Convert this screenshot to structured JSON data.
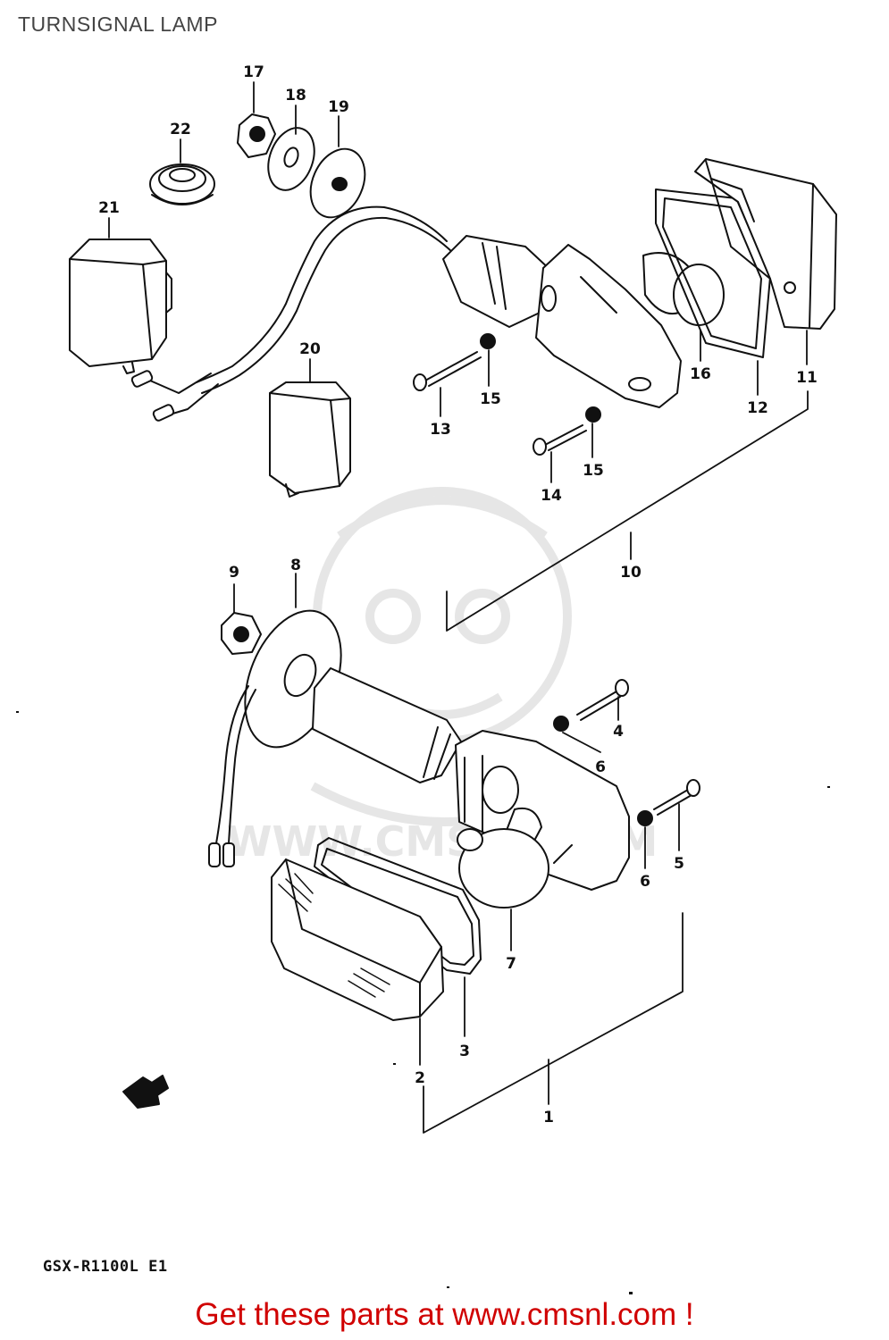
{
  "title": "TURNSIGNAL LAMP",
  "watermark": {
    "text": "WWW.CMSNL.COM"
  },
  "callouts": [
    "17",
    "18",
    "19",
    "22",
    "21",
    "20",
    "16",
    "12",
    "11",
    "13",
    "15",
    "14",
    "15",
    "10",
    "9",
    "8",
    "4",
    "6",
    "6",
    "5",
    "7",
    "3",
    "2",
    "1"
  ],
  "model_code": "GSX-R1100L E1",
  "footer": {
    "cta": "Get these parts at www.cmsnl.com !"
  },
  "colors": {
    "ink": "#111111",
    "cta": "#d00000",
    "title": "#444444",
    "watermark": "#e6e6e6"
  }
}
